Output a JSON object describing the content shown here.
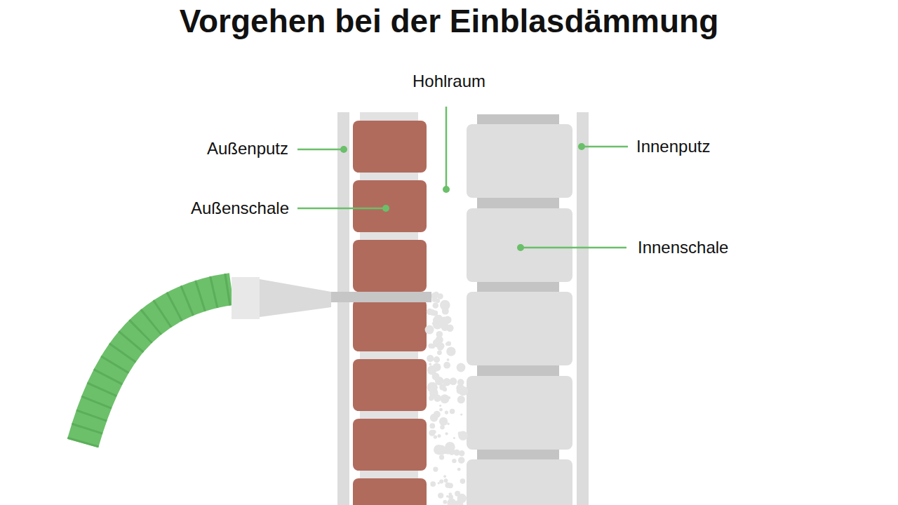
{
  "diagram": {
    "title": "Vorgehen bei der Einblasdämmung",
    "labels": [
      "Hohlraum",
      "Außenputz",
      "Außenschale",
      "Innenputz",
      "Innenschale"
    ]
  }
}
